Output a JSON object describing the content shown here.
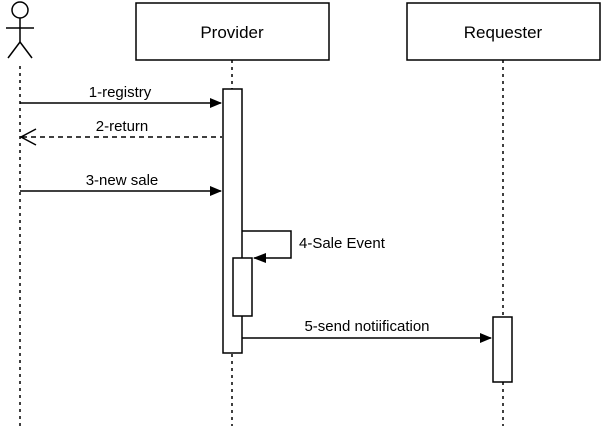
{
  "participants": {
    "actor": {
      "name": ""
    },
    "provider": {
      "name": "Provider"
    },
    "requester": {
      "name": "Requester"
    }
  },
  "messages": [
    {
      "id": 1,
      "label": "1-registry",
      "from": "actor",
      "to": "provider",
      "style": "solid"
    },
    {
      "id": 2,
      "label": "2-return",
      "from": "provider",
      "to": "actor",
      "style": "dashed"
    },
    {
      "id": 3,
      "label": "3-new sale",
      "from": "actor",
      "to": "provider",
      "style": "solid"
    },
    {
      "id": 4,
      "label": "4-Sale Event",
      "from": "provider",
      "to": "provider",
      "style": "solid"
    },
    {
      "id": 5,
      "label": "5-send notiification",
      "from": "provider",
      "to": "requester",
      "style": "solid"
    }
  ]
}
